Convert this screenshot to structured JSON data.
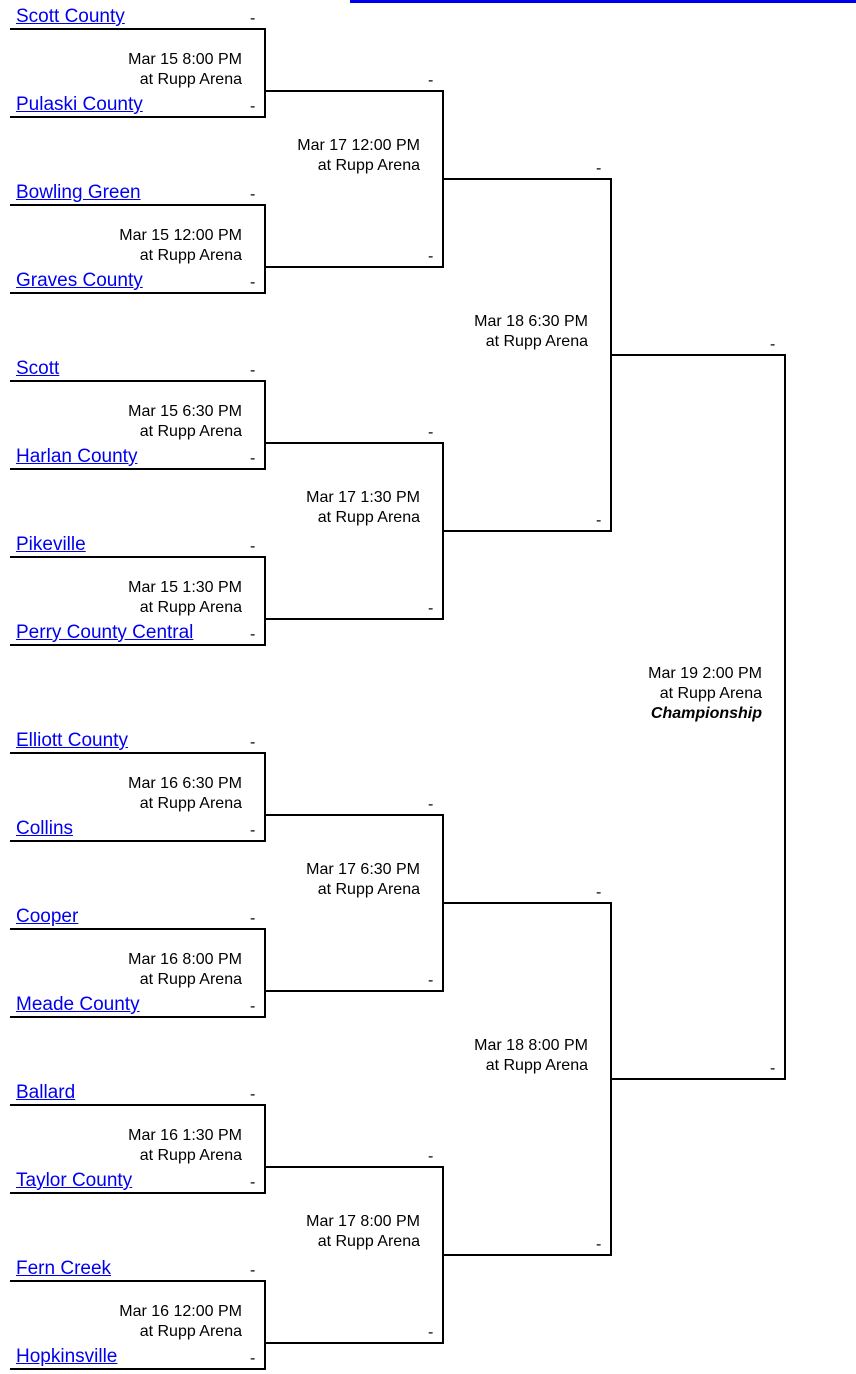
{
  "round1": [
    {
      "top": {
        "name": "Scott County",
        "score": "-"
      },
      "bottom": {
        "name": "Pulaski County",
        "score": "-"
      },
      "when": "Mar 15 8:00 PM",
      "where": "at Rupp Arena"
    },
    {
      "top": {
        "name": "Bowling Green",
        "score": "-"
      },
      "bottom": {
        "name": "Graves County",
        "score": "-"
      },
      "when": "Mar 15 12:00 PM",
      "where": "at Rupp Arena"
    },
    {
      "top": {
        "name": "Scott",
        "score": "-"
      },
      "bottom": {
        "name": "Harlan County",
        "score": "-"
      },
      "when": "Mar 15 6:30 PM",
      "where": "at Rupp Arena"
    },
    {
      "top": {
        "name": "Pikeville",
        "score": "-"
      },
      "bottom": {
        "name": "Perry County Central",
        "score": "-"
      },
      "when": "Mar 15 1:30 PM",
      "where": "at Rupp Arena"
    },
    {
      "top": {
        "name": "Elliott County",
        "score": "-"
      },
      "bottom": {
        "name": "Collins",
        "score": "-"
      },
      "when": "Mar 16 6:30 PM",
      "where": "at Rupp Arena"
    },
    {
      "top": {
        "name": "Cooper",
        "score": "-"
      },
      "bottom": {
        "name": "Meade County",
        "score": "-"
      },
      "when": "Mar 16 8:00 PM",
      "where": "at Rupp Arena"
    },
    {
      "top": {
        "name": "Ballard",
        "score": "-"
      },
      "bottom": {
        "name": "Taylor County",
        "score": "-"
      },
      "when": "Mar 16 1:30 PM",
      "where": "at Rupp Arena"
    },
    {
      "top": {
        "name": "Fern Creek",
        "score": "-"
      },
      "bottom": {
        "name": "Hopkinsville",
        "score": "-"
      },
      "when": "Mar 16 12:00 PM",
      "where": "at Rupp Arena"
    }
  ],
  "round2": [
    {
      "top_score": "-",
      "bottom_score": "-",
      "when": "Mar 17 12:00 PM",
      "where": "at Rupp Arena"
    },
    {
      "top_score": "-",
      "bottom_score": "-",
      "when": "Mar 17 1:30 PM",
      "where": "at Rupp Arena"
    },
    {
      "top_score": "-",
      "bottom_score": "-",
      "when": "Mar 17 6:30 PM",
      "where": "at Rupp Arena"
    },
    {
      "top_score": "-",
      "bottom_score": "-",
      "when": "Mar 17 8:00 PM",
      "where": "at Rupp Arena"
    }
  ],
  "round3": [
    {
      "top_score": "-",
      "bottom_score": "-",
      "when": "Mar 18 6:30 PM",
      "where": "at Rupp Arena"
    },
    {
      "top_score": "-",
      "bottom_score": "-",
      "when": "Mar 18 8:00 PM",
      "where": "at Rupp Arena"
    }
  ],
  "final": {
    "top_score": "-",
    "bottom_score": "-",
    "when": "Mar 19 2:00 PM",
    "where": "at Rupp Arena",
    "label": "Championship"
  },
  "colors": {
    "link": "#0000ee",
    "line": "#000000"
  }
}
